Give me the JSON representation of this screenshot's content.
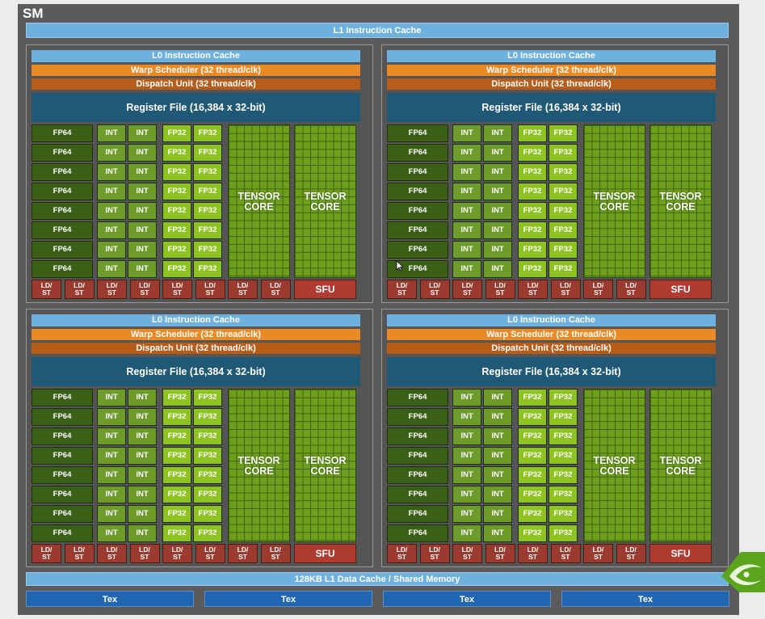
{
  "sm_title": "SM",
  "l1_instruction_cache": "L1 Instruction Cache",
  "l1_data_cache": "128KB L1 Data Cache / Shared Memory",
  "partition": {
    "l0_cache": "L0 Instruction Cache",
    "warp_scheduler": "Warp Scheduler (32 thread/clk)",
    "dispatch_unit": "Dispatch Unit (32 thread/clk)",
    "register_file": "Register File (16,384 x 32-bit)",
    "fp64": "FP64",
    "int": "INT",
    "fp32": "FP32",
    "tensor_core": "TENSOR\nCORE",
    "ldst": "LD/\nST",
    "sfu": "SFU",
    "rows": 8
  },
  "tex_units": [
    "Tex",
    "Tex",
    "Tex",
    "Tex"
  ],
  "colors": {
    "l1_cache": "#6fb1de",
    "warp_scheduler": "#ea8a24",
    "dispatch_unit": "#b75d1a",
    "register_file": "#1f5976",
    "fp64": "#3c5f16",
    "int": "#6d9c2a",
    "fp32": "#8fc323",
    "tensor_core": "#6f9e1c",
    "ldst": "#9b3a2f",
    "tex": "#2166b0"
  },
  "logo_icon": "nvidia-eye-logo",
  "cursor_icon": "mouse-pointer-icon"
}
